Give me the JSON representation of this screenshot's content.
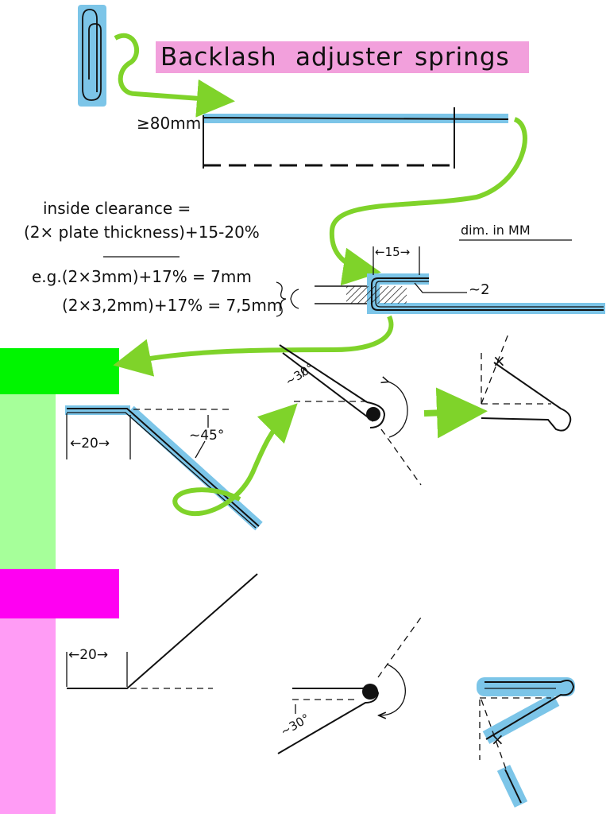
{
  "title": {
    "word1": "Backlash",
    "word2": "adjuster",
    "word3": "springs"
  },
  "labels": {
    "length": "≥80mm",
    "dim_note": "dim. in MM",
    "clearance_line1": "inside clearance =",
    "clearance_line2": "(2× plate thickness)+15-20%",
    "example1": "e.g.(2×3mm)+17% = 7mm",
    "example2": "(2×3,2mm)+17% = 7,5mm",
    "width15": "←15→",
    "gap2": "~2",
    "step1_len": "←20→",
    "step1_angle": "~45°",
    "step2_angle": "~30°",
    "step3_len": "←20→",
    "step4_angle": "~30°",
    "cross1": "×",
    "cross2": "×"
  },
  "colors": {
    "highlight_blue": "#7cc5e8",
    "highlight_green": "#7fd32a",
    "title_pink": "#f2a0dc",
    "bar_green_dark": "#00f500",
    "bar_green_light": "#a6ff9a",
    "bar_magenta": "#ff00f2",
    "bar_pink_light": "#ff9cf5",
    "ink": "#111111"
  },
  "icons": {
    "clip": "paperclip-icon",
    "arrow": "green-arrow-icon"
  }
}
